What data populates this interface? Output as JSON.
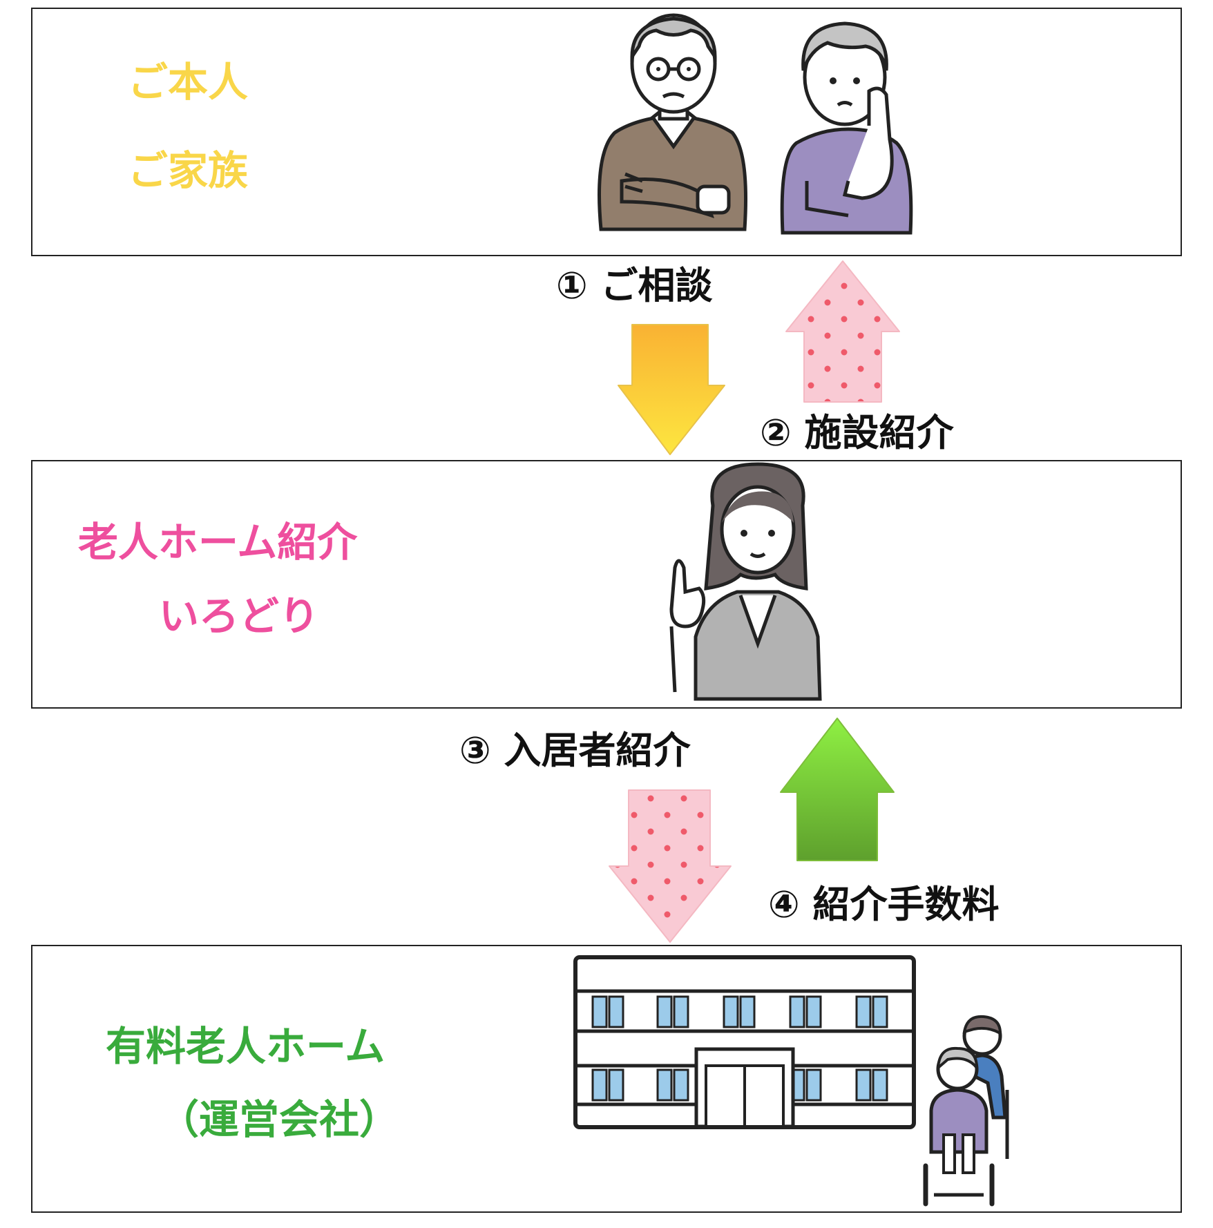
{
  "colors": {
    "family_label": "#f9d649",
    "irodori_label": "#ee4f9e",
    "home_label": "#39ab3c"
  },
  "boxes": {
    "family": {
      "line1": "ご本人",
      "line2": "ご家族"
    },
    "irodori": {
      "line1": "老人ホーム紹介",
      "line2": "いろどり"
    },
    "home": {
      "line1": "有料老人ホーム",
      "line2": "（運営会社）"
    }
  },
  "flows": {
    "step1": "① ご相談",
    "step2": "② 施設紹介",
    "step3": "③ 入居者紹介",
    "step4": "④ 紹介手数料"
  },
  "icons": {
    "family": [
      "elderly-man-icon",
      "elderly-woman-icon"
    ],
    "irodori": [
      "consultant-woman-icon"
    ],
    "home": [
      "building-icon",
      "wheelchair-caregiver-icon"
    ]
  }
}
